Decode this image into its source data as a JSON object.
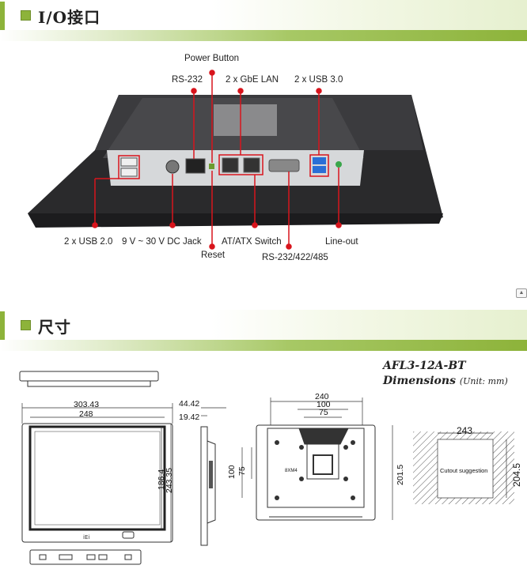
{
  "sections": {
    "io": {
      "title": "I/O接口"
    },
    "dims": {
      "title": "尺寸"
    }
  },
  "io_labels": {
    "power_button": "Power Button",
    "rs232_top": "RS-232",
    "gbe_lan": "2 x GbE LAN",
    "usb3": "2 x USB 3.0",
    "usb2": "2 x USB 2.0",
    "dc_jack": "9 V ~ 30 V DC Jack",
    "atatx": "AT/ATX Switch",
    "lineout": "Line-out",
    "reset": "Reset",
    "rs232_422_485": "RS-232/422/485"
  },
  "dimensions": {
    "model": "AFL3-12A-BT",
    "caption": "Dimensions",
    "unit": "(Unit: mm)",
    "front_width_outer": "303.43",
    "front_width_inner": "248",
    "front_height_inner": "186.4",
    "front_height_outer": "243.35",
    "side_depth_outer": "44.42",
    "side_depth_inner": "19.42",
    "rear_width": "240",
    "rear_vesa_100": "100",
    "rear_vesa_75": "75",
    "rear_vesa_h100": "100",
    "rear_vesa_h75": "75",
    "rear_height": "201.5",
    "screw_label": "8XM4",
    "cutout_width": "243",
    "cutout_height": "204.5",
    "cutout_label": "Cutout suggestion"
  },
  "colors": {
    "accent_green": "#8db33a",
    "callout_red": "#d8141c",
    "highlight_blue": "#2a6fd6"
  }
}
